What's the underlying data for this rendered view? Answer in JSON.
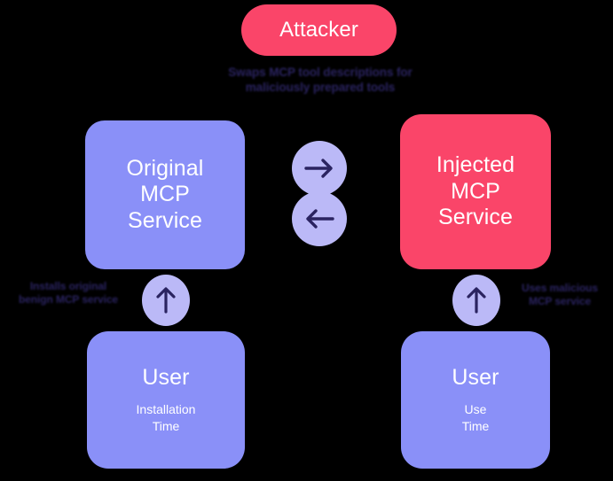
{
  "diagram": {
    "title": "MCP tool description injection attack flow",
    "background_color": "#000000",
    "palette": {
      "benign_blue": "#8A90F8",
      "malicious_red": "#FA4569",
      "badge_purple": "#BBB9F7",
      "arrow_navy": "#2A2360",
      "label_navy": "#2A2360",
      "node_text": "#FFFFFF"
    },
    "nodes": {
      "attacker": {
        "label": "Attacker",
        "color": "#FA4569",
        "shape": "pill"
      },
      "original_service": {
        "label": "Original\nMCP\nService",
        "color": "#8A90F8",
        "shape": "rounded-rect"
      },
      "injected_service": {
        "label": "Injected\nMCP\nService",
        "color": "#FA4569",
        "shape": "rounded-rect"
      },
      "user_install": {
        "label": "User",
        "sublabel": "Installation\nTime",
        "color": "#8A90F8",
        "shape": "rounded-rect"
      },
      "user_use": {
        "label": "User",
        "sublabel": "Use\nTime",
        "color": "#8A90F8",
        "shape": "rounded-rect"
      }
    },
    "captions": {
      "attacker_action": "Swaps MCP tool descriptions for\nmaliciously prepared tools",
      "install_action": "Installs original\nbenign MCP service",
      "use_action": "Uses malicious\nMCP service"
    },
    "badges": {
      "arrow_right": {
        "icon": "arrow-right-icon",
        "color": "#BBB9F7"
      },
      "arrow_left": {
        "icon": "arrow-left-icon",
        "color": "#BBB9F7"
      },
      "arrow_up_left": {
        "icon": "arrow-up-icon",
        "color": "#BBB9F7"
      },
      "arrow_up_right": {
        "icon": "arrow-up-icon",
        "color": "#BBB9F7"
      }
    }
  }
}
